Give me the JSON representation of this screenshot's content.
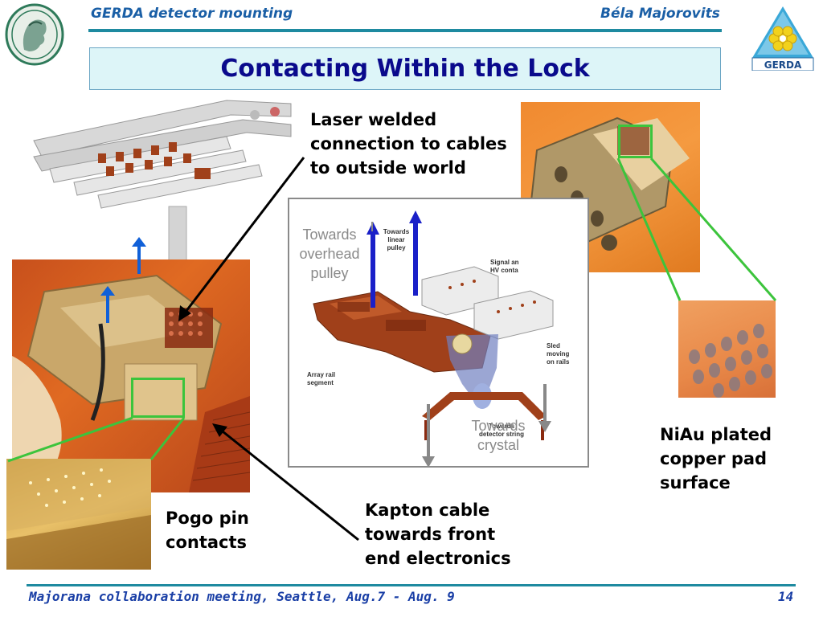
{
  "header": {
    "left_title": "GERDA detector mounting",
    "right_author": "Béla Majorovits",
    "gerda_logo_text": "GERDA"
  },
  "title": "Contacting Within the Lock",
  "labels": {
    "laser": "Laser welded\nconnection to cables\nto outside world",
    "niau": "NiAu plated\ncopper pad\nsurface",
    "pogo": "Pogo pin\ncontacts",
    "kapton": "Kapton cable\ntowards front\nend electronics"
  },
  "diagram": {
    "towards_overhead": "Towards\noverhead\npulley",
    "towards_linear": "Towards\nlinear\npulley",
    "signal_hv": "Signal an\nHV conta",
    "sled": "Sled\nmoving\non rails",
    "array_rail": "Array rail\nsegment",
    "towards_crystal": "Towards\ncrystal",
    "towards_string": "Towards\ndetector string"
  },
  "footer": {
    "meeting": "Majorana collaboration meeting, Seattle, Aug.7 - Aug. 9",
    "page": "14"
  },
  "colors": {
    "header_text": "#1a5fa6",
    "rule": "#1e8aa0",
    "title_bg": "#ddf5f8",
    "title_text": "#0a0a8c",
    "arrow_blue": "#1060d8",
    "green_box": "#3cc43c",
    "copper": "#a0401a"
  }
}
